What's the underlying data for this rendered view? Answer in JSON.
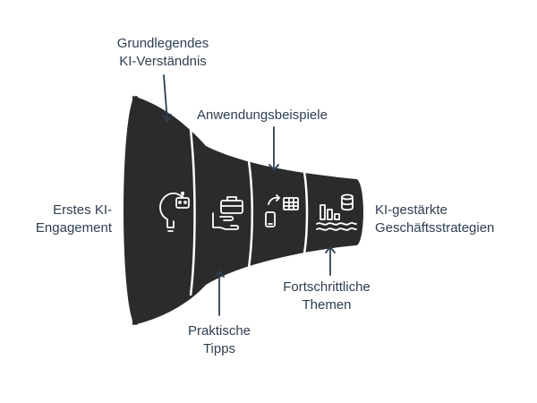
{
  "diagram": {
    "stages": [
      {
        "id": "stage-1",
        "icon": "lightbulb-robot-icon"
      },
      {
        "id": "stage-2",
        "icon": "briefcase-hand-icon"
      },
      {
        "id": "stage-3",
        "icon": "phone-table-icon"
      },
      {
        "id": "stage-4",
        "icon": "chart-database-icon"
      }
    ],
    "labels": {
      "start_line1": "Erstes KI-",
      "start_line2": "Engagement",
      "grund_line1": "Grundlegendes",
      "grund_line2": "KI-Verständnis",
      "anwendung": "Anwendungsbeispiele",
      "praktisch_line1": "Praktische",
      "praktisch_line2": "Tipps",
      "fort_line1": "Fortschrittliche",
      "fort_line2": "Themen",
      "end_line1": "KI-gestärkte",
      "end_line2": "Geschäftsstrategien"
    },
    "colors": {
      "funnel": "#2b2b2b",
      "separator": "#ffffff",
      "text": "#2e3e50",
      "arrow": "#2e3e50"
    }
  }
}
